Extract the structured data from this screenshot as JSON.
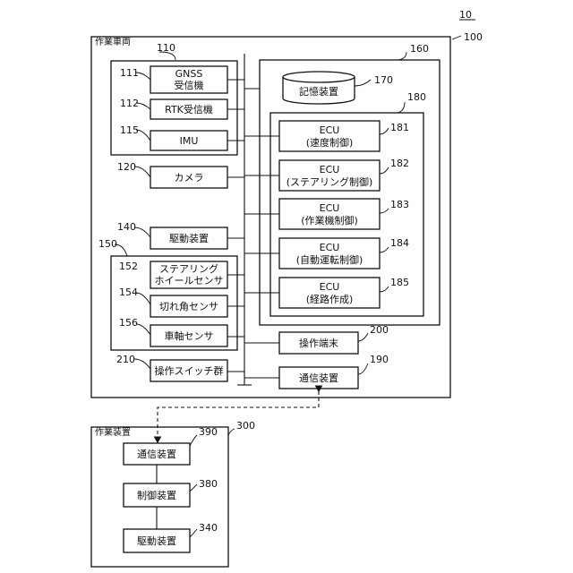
{
  "figure_no": "10",
  "vehicle": {
    "ref": "100",
    "title": "作業車両",
    "sensors": {
      "ref": "110",
      "gnss": {
        "ref": "111",
        "line1": "GNSS",
        "line2": "受信機"
      },
      "rtk": {
        "ref": "112",
        "label": "RTK受信機"
      },
      "imu": {
        "ref": "115",
        "label": "IMU"
      }
    },
    "camera": {
      "ref": "120",
      "label": "カメラ"
    },
    "drive": {
      "ref": "140",
      "label": "駆動装置"
    },
    "steering_sensors": {
      "ref": "150",
      "wheel": {
        "ref": "152",
        "line1": "ステアリング",
        "line2": "ホイールセンサ"
      },
      "angle": {
        "ref": "154",
        "label": "切れ角センサ"
      },
      "axle": {
        "ref": "156",
        "label": "車軸センサ"
      }
    },
    "switches": {
      "ref": "210",
      "label": "操作スイッチ群"
    },
    "controller": {
      "ref": "160",
      "storage": {
        "ref": "170",
        "label": "記憶装置"
      },
      "ecu_group_ref": "180",
      "ecus": [
        {
          "ref": "181",
          "line1": "ECU",
          "line2": "(速度制御)"
        },
        {
          "ref": "182",
          "line1": "ECU",
          "line2": "(ステアリング制御)"
        },
        {
          "ref": "183",
          "line1": "ECU",
          "line2": "(作業機制御)"
        },
        {
          "ref": "184",
          "line1": "ECU",
          "line2": "(自動運転制御)"
        },
        {
          "ref": "185",
          "line1": "ECU",
          "line2": "(経路作成)"
        }
      ]
    },
    "terminal": {
      "ref": "200",
      "label": "操作端末"
    },
    "comm": {
      "ref": "190",
      "label": "通信装置"
    }
  },
  "implement": {
    "ref": "300",
    "title": "作業装置",
    "comm": {
      "ref": "390",
      "label": "通信装置"
    },
    "control": {
      "ref": "380",
      "label": "制御装置"
    },
    "drive": {
      "ref": "340",
      "label": "駆動装置"
    }
  }
}
